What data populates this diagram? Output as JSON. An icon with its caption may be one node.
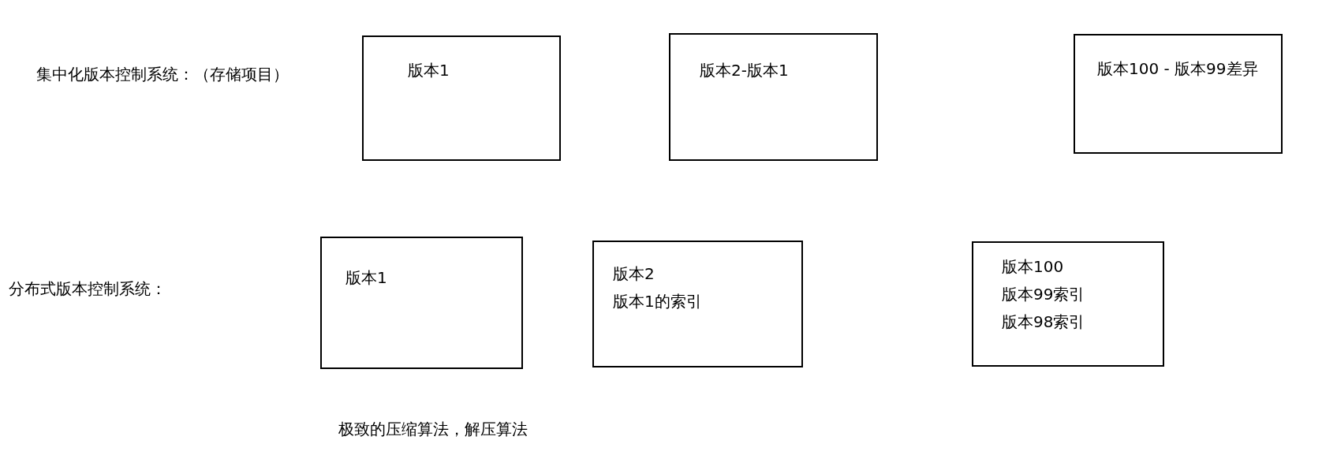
{
  "diagram": {
    "nodes": [
      {
        "text": [
          "版本1"
        ]
      },
      {
        "text": [
          "版本2-版本1"
        ]
      },
      {
        "text": [
          "版本100 - 版本99差异"
        ]
      },
      {
        "text": [
          "版本1"
        ]
      },
      {
        "text": [
          "版本2",
          "版本1的索引"
        ]
      },
      {
        "text": [
          "版本100",
          "版本99索引",
          "版本98索引"
        ]
      }
    ],
    "labels": [
      "集中化版本控制系统：（存储项目）",
      "分布式版本控制系统：",
      "极致的压缩算法，解压算法"
    ]
  }
}
